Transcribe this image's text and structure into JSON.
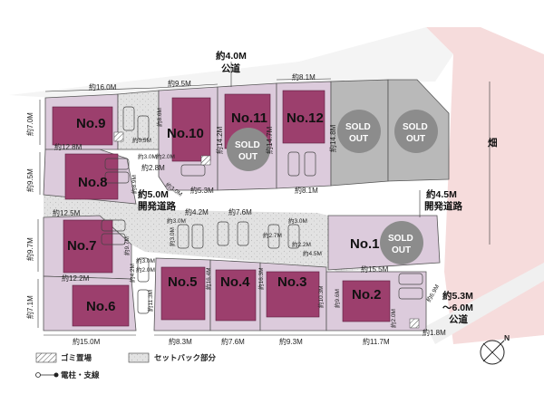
{
  "roads": {
    "north": [
      "約4.0M",
      "公道"
    ],
    "east_dev": [
      "約4.5M",
      "開発道路"
    ],
    "center_dev": [
      "約5.0M",
      "開発道路"
    ],
    "south_east": [
      "約5.3M",
      "～6.0M",
      "公道"
    ],
    "field": "畑"
  },
  "lots": [
    {
      "id": "lot-9",
      "label": "No.9"
    },
    {
      "id": "lot-10",
      "label": "No.10"
    },
    {
      "id": "lot-11",
      "label": "No.11",
      "sold": "SOLD OUT"
    },
    {
      "id": "lot-12",
      "label": "No.12"
    },
    {
      "id": "lot-13",
      "label": "",
      "sold": "SOLD OUT"
    },
    {
      "id": "lot-14",
      "label": "",
      "sold": "SOLD OUT"
    },
    {
      "id": "lot-8",
      "label": "No.8"
    },
    {
      "id": "lot-7",
      "label": "No.7"
    },
    {
      "id": "lot-6",
      "label": "No.6"
    },
    {
      "id": "lot-5",
      "label": "No.5"
    },
    {
      "id": "lot-4",
      "label": "No.4"
    },
    {
      "id": "lot-3",
      "label": "No.3"
    },
    {
      "id": "lot-2",
      "label": "No.2"
    },
    {
      "id": "lot-1",
      "label": "No.1",
      "sold": "SOLD OUT"
    }
  ],
  "dimensions": {
    "top_16_0": "約16.0M",
    "top_9_5": "約9.5M",
    "top_8_1": "約8.1M",
    "l_7_0": "約7.0M",
    "l_9_5": "約9.5M",
    "l_9_7": "約9.7M",
    "l_7_1": "約7.1M",
    "w_12_8": "約12.8M",
    "w_12_5": "約12.5M",
    "w_12_2": "約12.2M",
    "b_15_0": "約15.0M",
    "b_8_3": "約8.3M",
    "b_7_6": "約7.6M",
    "b_9_3": "約9.3M",
    "b_11_7": "約11.7M",
    "b_1_8": "約1.8M",
    "v_8_6": "約8.6M",
    "v_14_2": "約14.2M",
    "v_14_7": "約14.7M",
    "v_14_8": "約14.8M",
    "s_0_5": "約0.5M",
    "s_3_0a": "約3.0M",
    "s_2_0a": "約2.0M",
    "s_2_8": "約2.8M",
    "s_3_0b": "約3.0M",
    "s_5_3": "約5.3M",
    "s_8_1b": "約8.1M",
    "s_8_9": "約8.9M",
    "s_9_7b": "約9.7M",
    "s_3_0c": "約3.0M",
    "s_2_0b": "約2.0M",
    "s_4_2a": "約4.2M",
    "s_11_3": "約11.3M",
    "m_4_2": "約4.2M",
    "m_7_6": "約7.6M",
    "m_3_0a": "約3.0M",
    "m_2_7": "約2.7M",
    "m_3_0b": "約3.0M",
    "m_3_0c": "約3.0M",
    "m_2_2": "約2.2M",
    "m_4_5": "約4.5M",
    "m_16_4": "約16.4M",
    "m_16_3": "約16.3M",
    "m_10_3": "約10.3M",
    "m_9_6": "約9.6M",
    "e_15_5": "約15.5M",
    "e_6_9": "約6.9M",
    "e_2_0": "約2.0M"
  },
  "legend": {
    "garbage": "ゴミ置場",
    "setback": "セットバック部分",
    "pole": "電柱・支線"
  },
  "compass": "N",
  "colors": {
    "lot_fill": "#dccbdc",
    "building": "#9c3f6d",
    "sold_circle": "#8c8c8c",
    "sold_lot": "#b9b9b9",
    "road_area": "#e4e4e4",
    "field": "#f6dcdc"
  }
}
